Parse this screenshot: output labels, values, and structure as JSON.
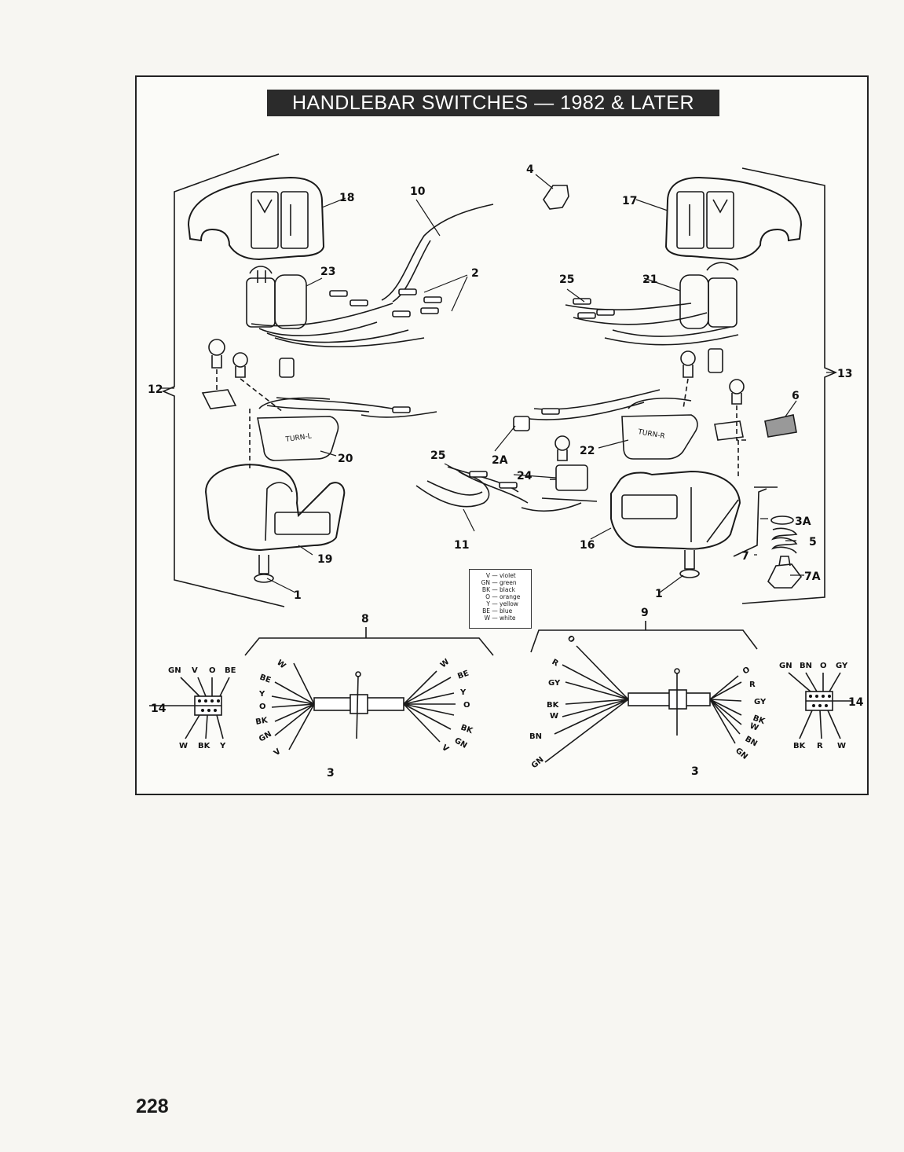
{
  "title": "HANDLEBAR SWITCHES — 1982 & LATER",
  "page_number": "228",
  "legend": [
    {
      "code": "V",
      "color": "violet"
    },
    {
      "code": "GN",
      "color": "green"
    },
    {
      "code": "BK",
      "color": "black"
    },
    {
      "code": "O",
      "color": "orange"
    },
    {
      "code": "Y",
      "color": "yellow"
    },
    {
      "code": "BE",
      "color": "blue"
    },
    {
      "code": "W",
      "color": "white"
    }
  ],
  "callouts": {
    "c1": "1",
    "c1b": "1",
    "c2": "2",
    "c2A": "2A",
    "c3": "3",
    "c3b": "3",
    "c3A": "3A",
    "c4": "4",
    "c5": "5",
    "c6": "6",
    "c7": "7",
    "c7A": "7A",
    "c8": "8",
    "c9": "9",
    "c10": "10",
    "c11": "11",
    "c12": "12",
    "c13": "13",
    "c14": "14",
    "c14b": "14",
    "c16": "16",
    "c17": "17",
    "c18": "18",
    "c19": "19",
    "c20": "20",
    "c21": "21",
    "c22": "22",
    "c23": "23",
    "c24": "24",
    "c25": "25",
    "c25b": "25"
  },
  "switch_labels": {
    "turn_l": "TURN-L",
    "turn_r": "TURN-R"
  },
  "left_connector": {
    "top_pins": [
      "GN",
      "V",
      "O",
      "BE"
    ],
    "bottom_pins": [
      "W",
      "BK",
      "Y"
    ]
  },
  "right_connector": {
    "top_pins": [
      "GN",
      "BN",
      "O",
      "GY"
    ],
    "bottom_pins": [
      "BK",
      "R",
      "W"
    ]
  },
  "left_harness": {
    "left_wires": [
      "W",
      "BE",
      "Y",
      "O",
      "BK",
      "GN",
      "V"
    ],
    "right_wires": [
      "W",
      "BE",
      "Y",
      "O",
      "BK",
      "GN",
      "V"
    ]
  },
  "right_harness": {
    "left_wires": [
      "O",
      "R",
      "GY",
      "BK",
      "W",
      "BN",
      "GN"
    ],
    "right_wires": [
      "O",
      "R",
      "GY",
      "BK",
      "W",
      "BN",
      "GN"
    ]
  }
}
